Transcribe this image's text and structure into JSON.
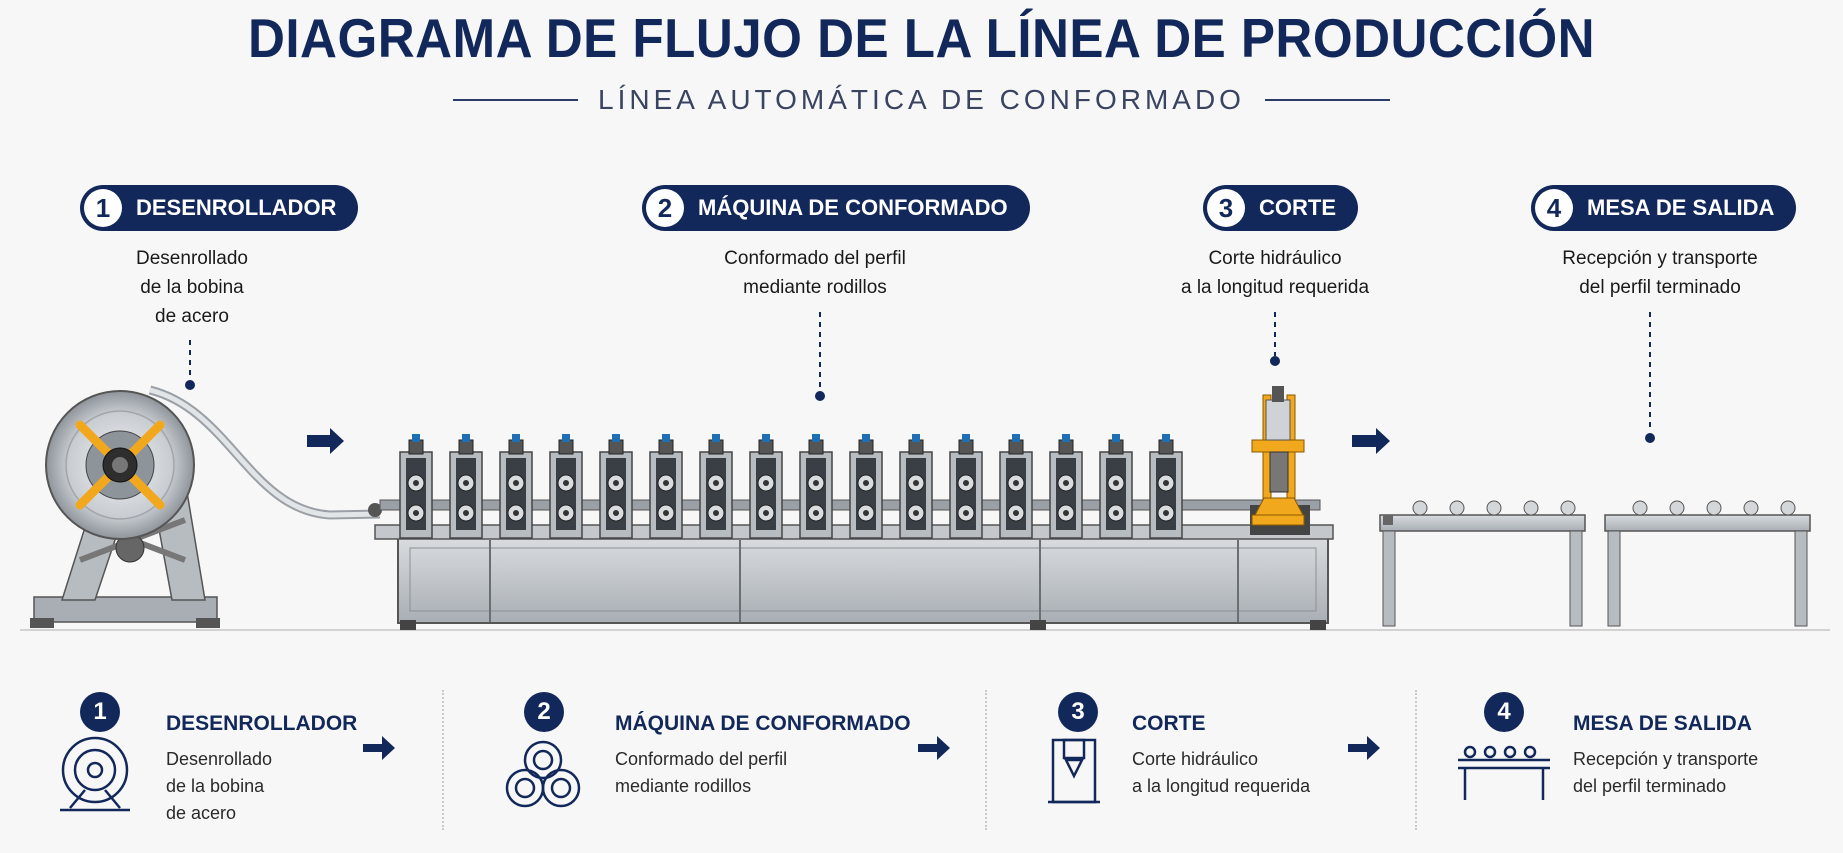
{
  "title": "DIAGRAMA DE FLUJO DE LA LÍNEA DE PRODUCCIÓN",
  "subtitle": "LÍNEA AUTOMÁTICA DE CONFORMADO",
  "steps": [
    {
      "num": "1",
      "title": "DESENROLLADOR",
      "desc": [
        "Desenrollado",
        "de la bobina",
        "de acero"
      ],
      "icon": "decoiler-icon"
    },
    {
      "num": "2",
      "title": "MÁQUINA DE CONFORMADO",
      "desc": [
        "Conformado del perfil",
        "mediante rodillos"
      ],
      "icon": "rollers-icon"
    },
    {
      "num": "3",
      "title": "CORTE",
      "desc": [
        "Corte hidráulico",
        "a la longitud requerida"
      ],
      "icon": "press-icon"
    },
    {
      "num": "4",
      "title": "MESA DE SALIDA",
      "desc": [
        "Recepción y transporte",
        "del perfil terminado"
      ],
      "icon": "table-icon"
    }
  ],
  "colors": {
    "navy": "#13285a",
    "yellow": "#f2a81d",
    "steel": "#b9bec4",
    "background": "#f7f7f7"
  }
}
